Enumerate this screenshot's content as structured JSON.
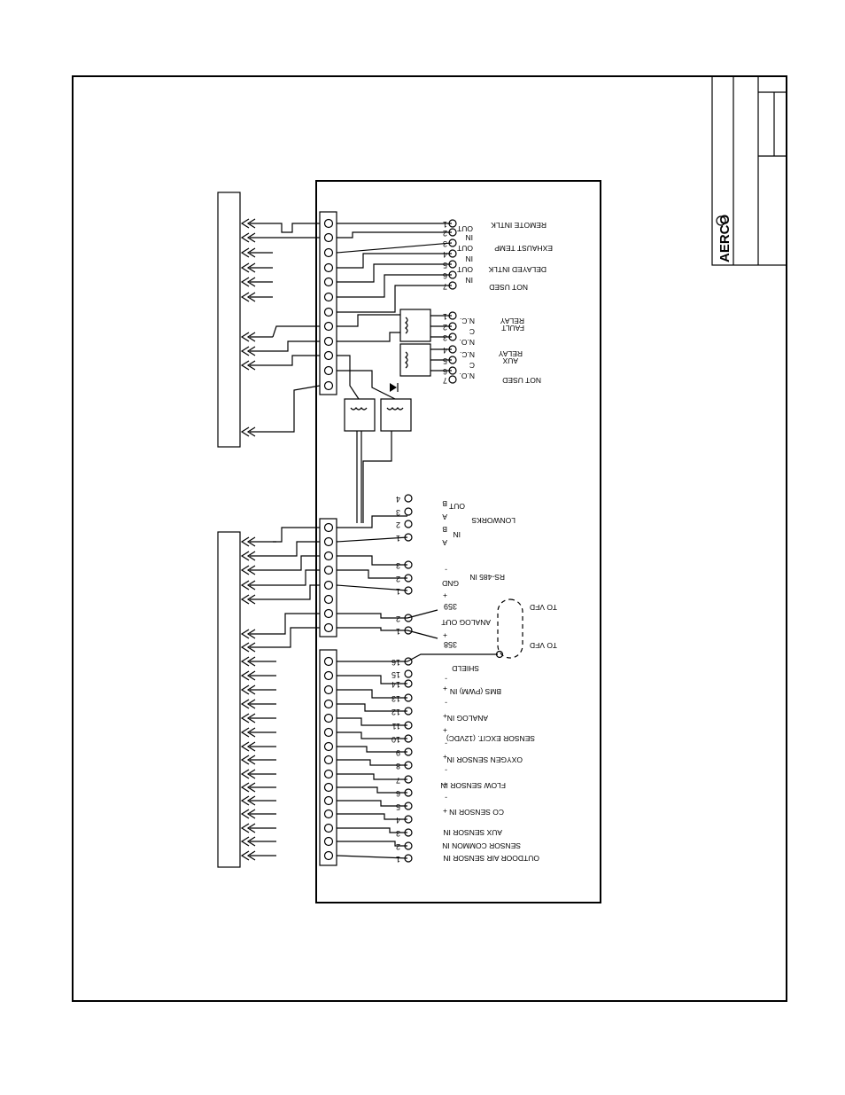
{
  "logo": "AERCO",
  "upper_terminals": [
    {
      "num": "1",
      "label": "OUT"
    },
    {
      "num": "2",
      "label": "IN"
    },
    {
      "num": "3",
      "label": "OUT"
    },
    {
      "num": "4",
      "label": "IN"
    },
    {
      "num": "5",
      "label": "OUT"
    },
    {
      "num": "6",
      "label": "IN"
    },
    {
      "num": "7",
      "label": ""
    }
  ],
  "upper_groups": {
    "remote_intlk": "REMOTE INTLK",
    "exhaust_temp": "EXHAUST TEMP",
    "delayed_intlk": "DELAYED INTLK",
    "not_used_1": "NOT USED"
  },
  "relay_terminals": [
    {
      "num": "1",
      "label": "N.C."
    },
    {
      "num": "2",
      "label": "C"
    },
    {
      "num": "3",
      "label": "N.O."
    },
    {
      "num": "4",
      "label": "N.C."
    },
    {
      "num": "5",
      "label": "C"
    },
    {
      "num": "6",
      "label": "N.O."
    },
    {
      "num": "7",
      "label": ""
    }
  ],
  "relay_groups": {
    "fault_relay_1": "FAULT",
    "fault_relay_2": "RELAY",
    "aux_relay_1": "AUX",
    "aux_relay_2": "RELAY",
    "not_used_2": "NOT USED"
  },
  "lonworks": {
    "title": "LONWORKS",
    "out": "OUT",
    "in": "IN",
    "terminals": [
      {
        "num": "4",
        "label": "B"
      },
      {
        "num": "3",
        "label": "A"
      },
      {
        "num": "2",
        "label": "B"
      },
      {
        "num": "1",
        "label": "A"
      }
    ]
  },
  "rs485": {
    "title": "RS-485 IN",
    "terminals": [
      {
        "num": "3",
        "label": "-"
      },
      {
        "num": "2",
        "label": "GND"
      },
      {
        "num": "1",
        "label": "+"
      }
    ]
  },
  "analog_out": {
    "title": "ANALOG OUT",
    "terminals": [
      {
        "num": "2",
        "label": "-"
      },
      {
        "num": "1",
        "label": "+"
      }
    ],
    "wire_359": "359",
    "wire_358": "358",
    "to_vfd_1": "TO VFD",
    "to_vfd_2": "TO VFD"
  },
  "lower_terminals": [
    {
      "num": "16",
      "label": "SHIELD"
    },
    {
      "num": "15",
      "label": "-"
    },
    {
      "num": "14",
      "label": "+"
    },
    {
      "num": "13",
      "label": "-"
    },
    {
      "num": "12",
      "label": "+"
    },
    {
      "num": "11",
      "label": "+"
    },
    {
      "num": "10",
      "label": "-"
    },
    {
      "num": "9",
      "label": "+"
    },
    {
      "num": "8",
      "label": "-"
    },
    {
      "num": "7",
      "label": "+"
    },
    {
      "num": "6",
      "label": "-"
    },
    {
      "num": "5",
      "label": "+"
    },
    {
      "num": "4",
      "label": ""
    },
    {
      "num": "3",
      "label": ""
    },
    {
      "num": "2",
      "label": ""
    },
    {
      "num": "1",
      "label": ""
    }
  ],
  "lower_groups": {
    "bms": "BMS (PWM) IN",
    "analog_in": "ANALOG IN",
    "sensor_excit": "SENSOR EXCIT. (12VDC)",
    "oxygen": "OXYGEN SENSOR IN",
    "flow": "FLOW SENSOR IN",
    "co": "CO SENSOR IN",
    "aux_sensor": "AUX SENSOR IN",
    "sensor_common": "SENSOR COMMON IN",
    "outdoor_air": "OUTDOOR AIR SENSOR IN"
  }
}
